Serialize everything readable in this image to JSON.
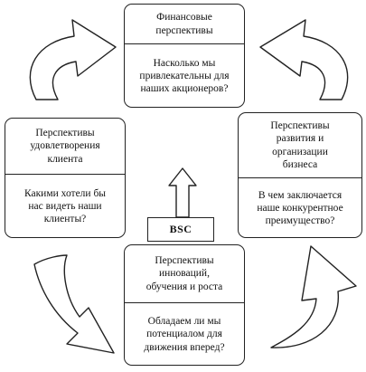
{
  "finance": {
    "title": "Финансовые\nперспективы",
    "question": "Насколько мы\nпривлекательны для\nнаших акционеров?"
  },
  "customer": {
    "title": "Перспективы\nудовлетворения\nклиента",
    "question": "Какими хотели бы\nнас видеть наши\nклиенты?"
  },
  "internal": {
    "title": "Перспективы\nразвития и\nорганизации\nбизнеса",
    "question": "В чем заключается\nнаше конкурентное\nпреимущество?"
  },
  "learning": {
    "title": "Перспективы\nинноваций,\nобучения и роста",
    "question": "Обладаем ли мы\nпотенциалом для\nдвижения вперед?"
  },
  "center": {
    "label": "BSC"
  },
  "colors": {
    "line": "#222222",
    "arrow_fill": "#ffffff",
    "background": "#ffffff"
  },
  "icons": [
    "curved-arrow-top-left",
    "curved-arrow-top-right",
    "curved-arrow-bottom-left",
    "curved-arrow-bottom-right",
    "up-arrow"
  ]
}
